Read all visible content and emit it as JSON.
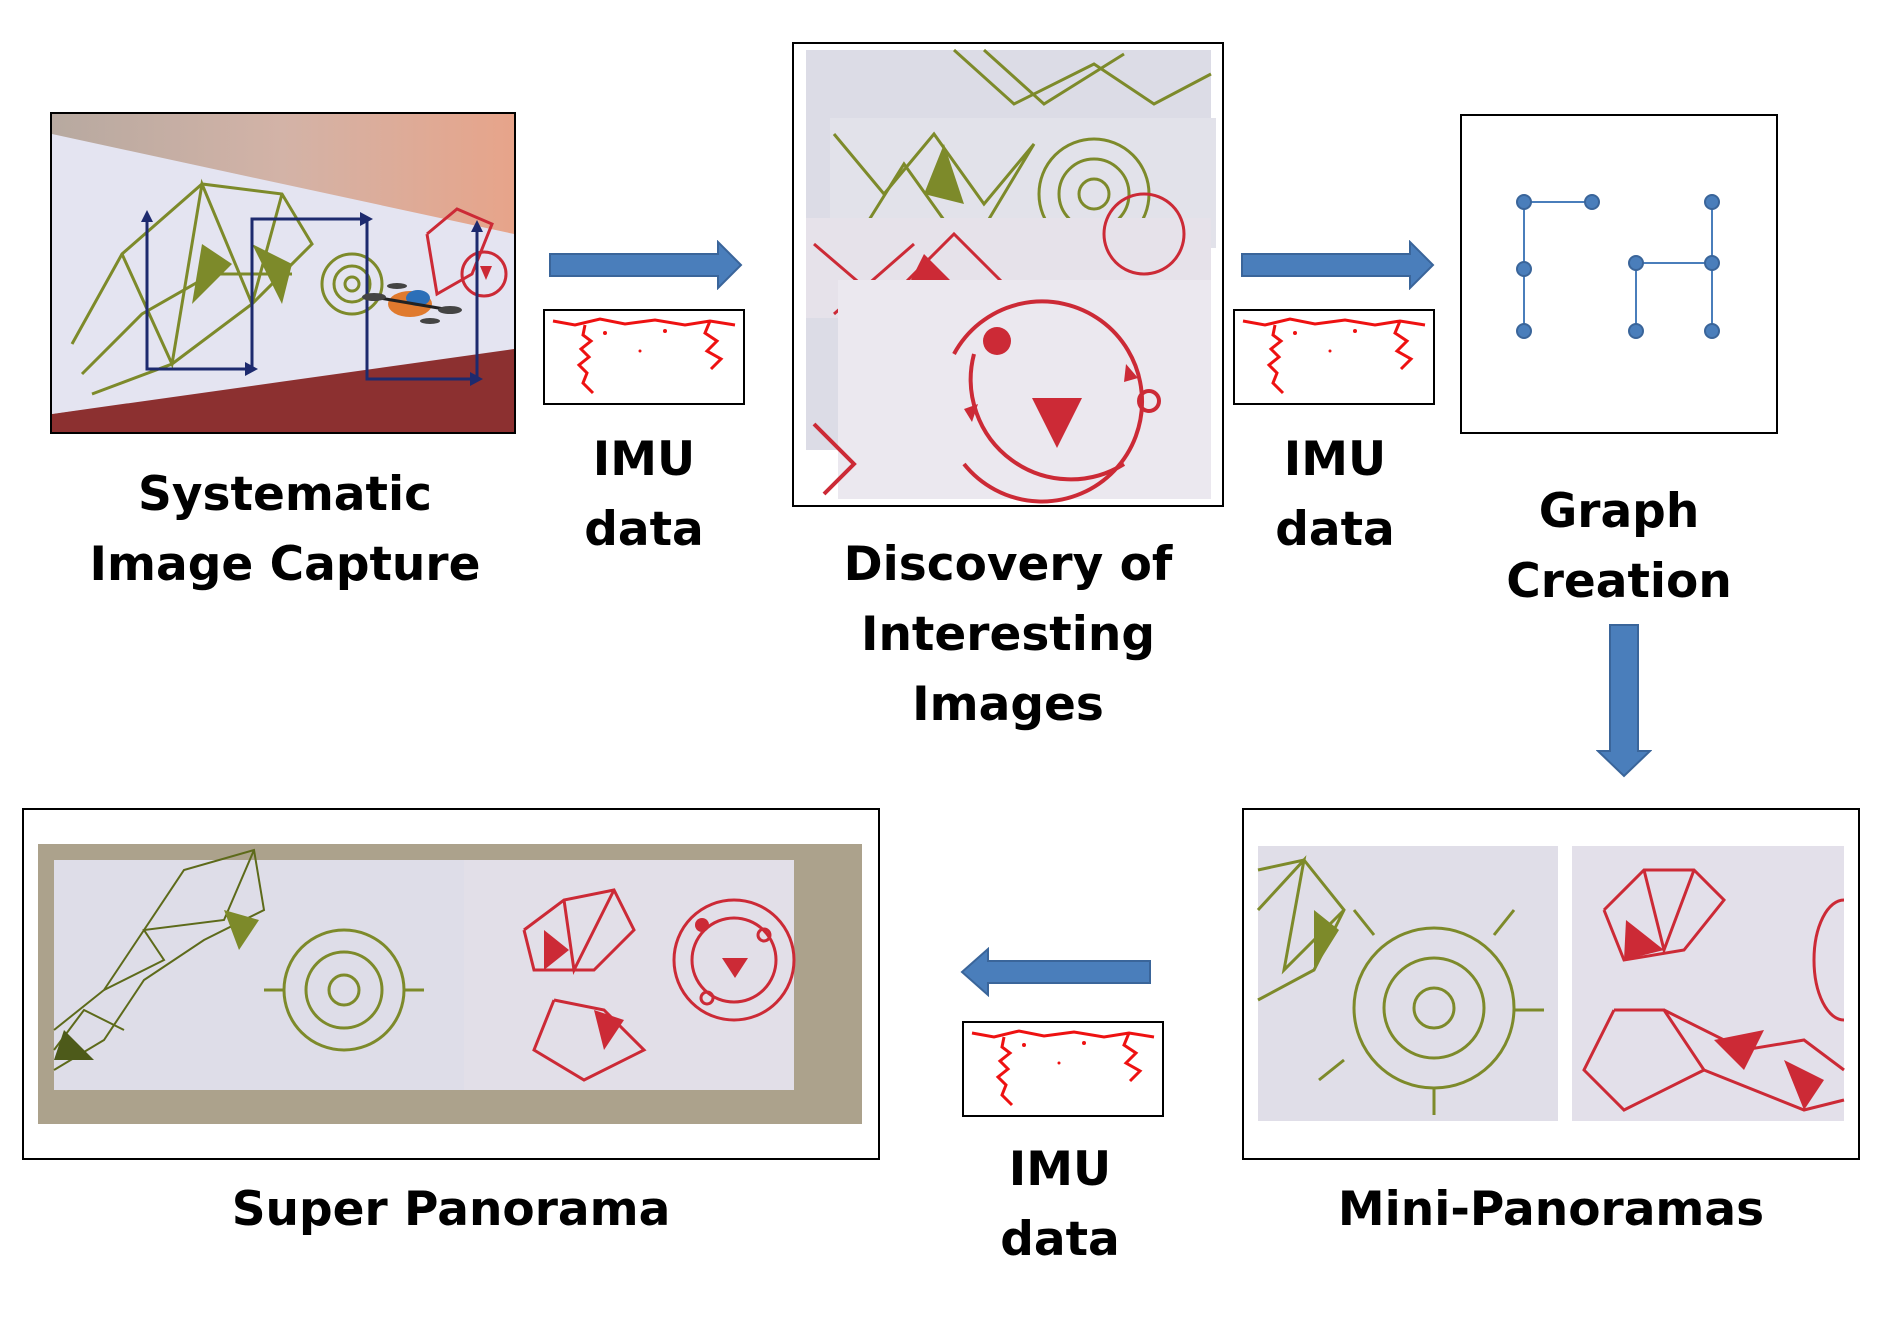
{
  "steps": {
    "capture": "Systematic\nImage Capture",
    "discovery": "Discovery of\nInteresting\nImages",
    "graph": "Graph\nCreation",
    "mini": "Mini-Panoramas",
    "super": "Super Panorama"
  },
  "imu_labels": [
    "IMU\ndata",
    "IMU\ndata",
    "IMU\ndata"
  ],
  "colors": {
    "arrow": "#4a7ebb",
    "arrow_outline": "#3a659a",
    "node": "#4a7ebb",
    "imu_trace": "#ee1111",
    "wall_green": "#7d8a2a",
    "wall_red": "#cc2a36"
  }
}
